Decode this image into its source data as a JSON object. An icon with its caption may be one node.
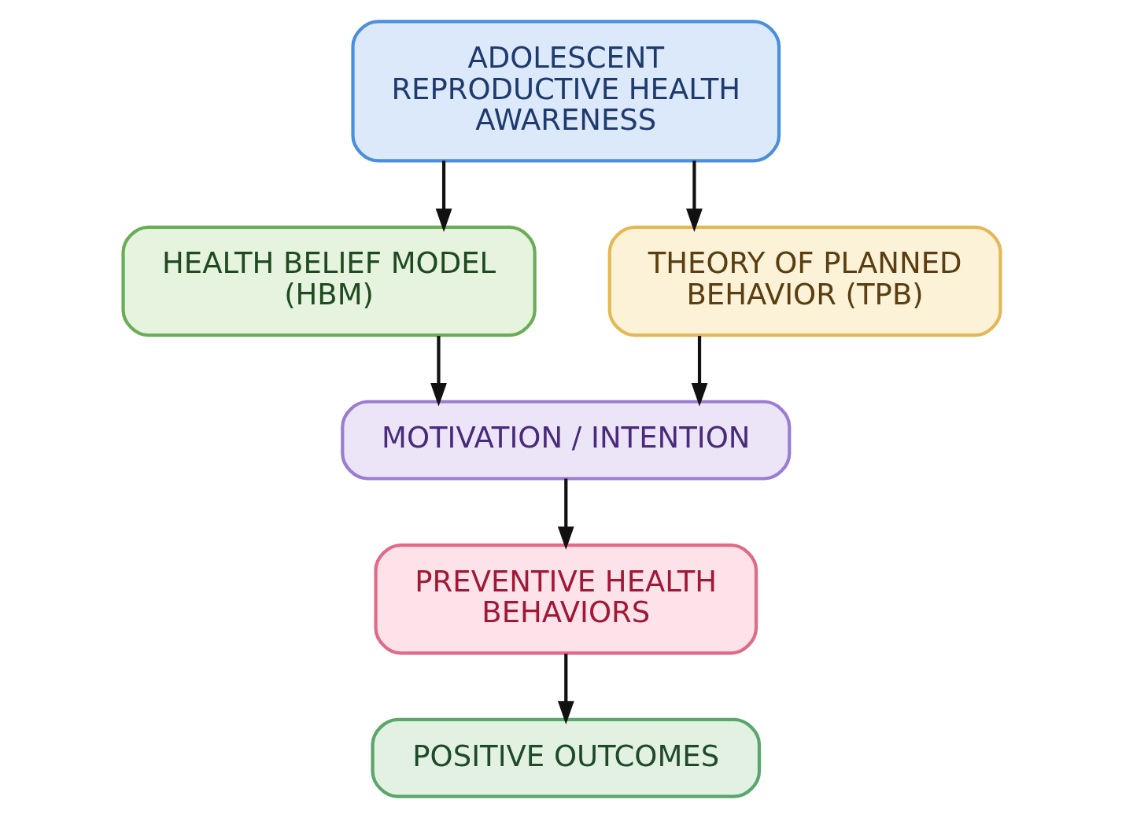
{
  "diagram": {
    "nodes": [
      {
        "text": [
          "ADOLESCENT REPRODUCTIVE HEALTH AWARENESS"
        ]
      },
      {
        "text": [
          "HEALTH BELIEF MODEL (HBM)"
        ]
      },
      {
        "text": [
          "THEORY OF PLANNED BEHAVIOR (TPB)"
        ]
      },
      {
        "text": [
          "MOTIVATION / INTENTION"
        ]
      },
      {
        "text": [
          "PREVENTIVE HEALTH BEHAVIORS"
        ]
      },
      {
        "text": [
          "POSITIVE OUTCOMES"
        ]
      }
    ],
    "edges": [
      {
        "from": 0,
        "to": 1,
        "arrow": "to"
      },
      {
        "from": 0,
        "to": 2,
        "arrow": "to"
      },
      {
        "from": 1,
        "to": 3,
        "arrow": "to"
      },
      {
        "from": 2,
        "to": 3,
        "arrow": "to"
      },
      {
        "from": 3,
        "to": 4,
        "arrow": "to"
      },
      {
        "from": 4,
        "to": 5,
        "arrow": "to"
      }
    ]
  }
}
